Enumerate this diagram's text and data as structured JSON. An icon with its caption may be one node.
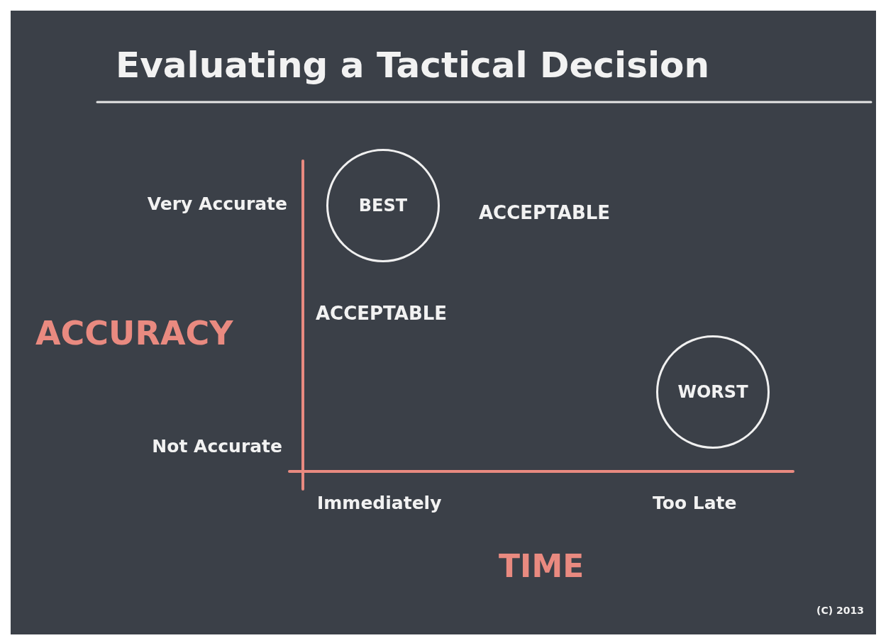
{
  "diagram": {
    "title": "Evaluating a Tactical Decision",
    "nodes": [
      {
        "text": [
          "BEST"
        ]
      },
      {
        "text": [
          "WORST"
        ]
      }
    ],
    "labels": [
      "Very Accurate",
      "ACCEPTABLE",
      "ACCURACY",
      "ACCEPTABLE",
      "Not Accurate",
      "Immediately",
      "Too Late",
      "TIME",
      "(C) 2013"
    ]
  }
}
